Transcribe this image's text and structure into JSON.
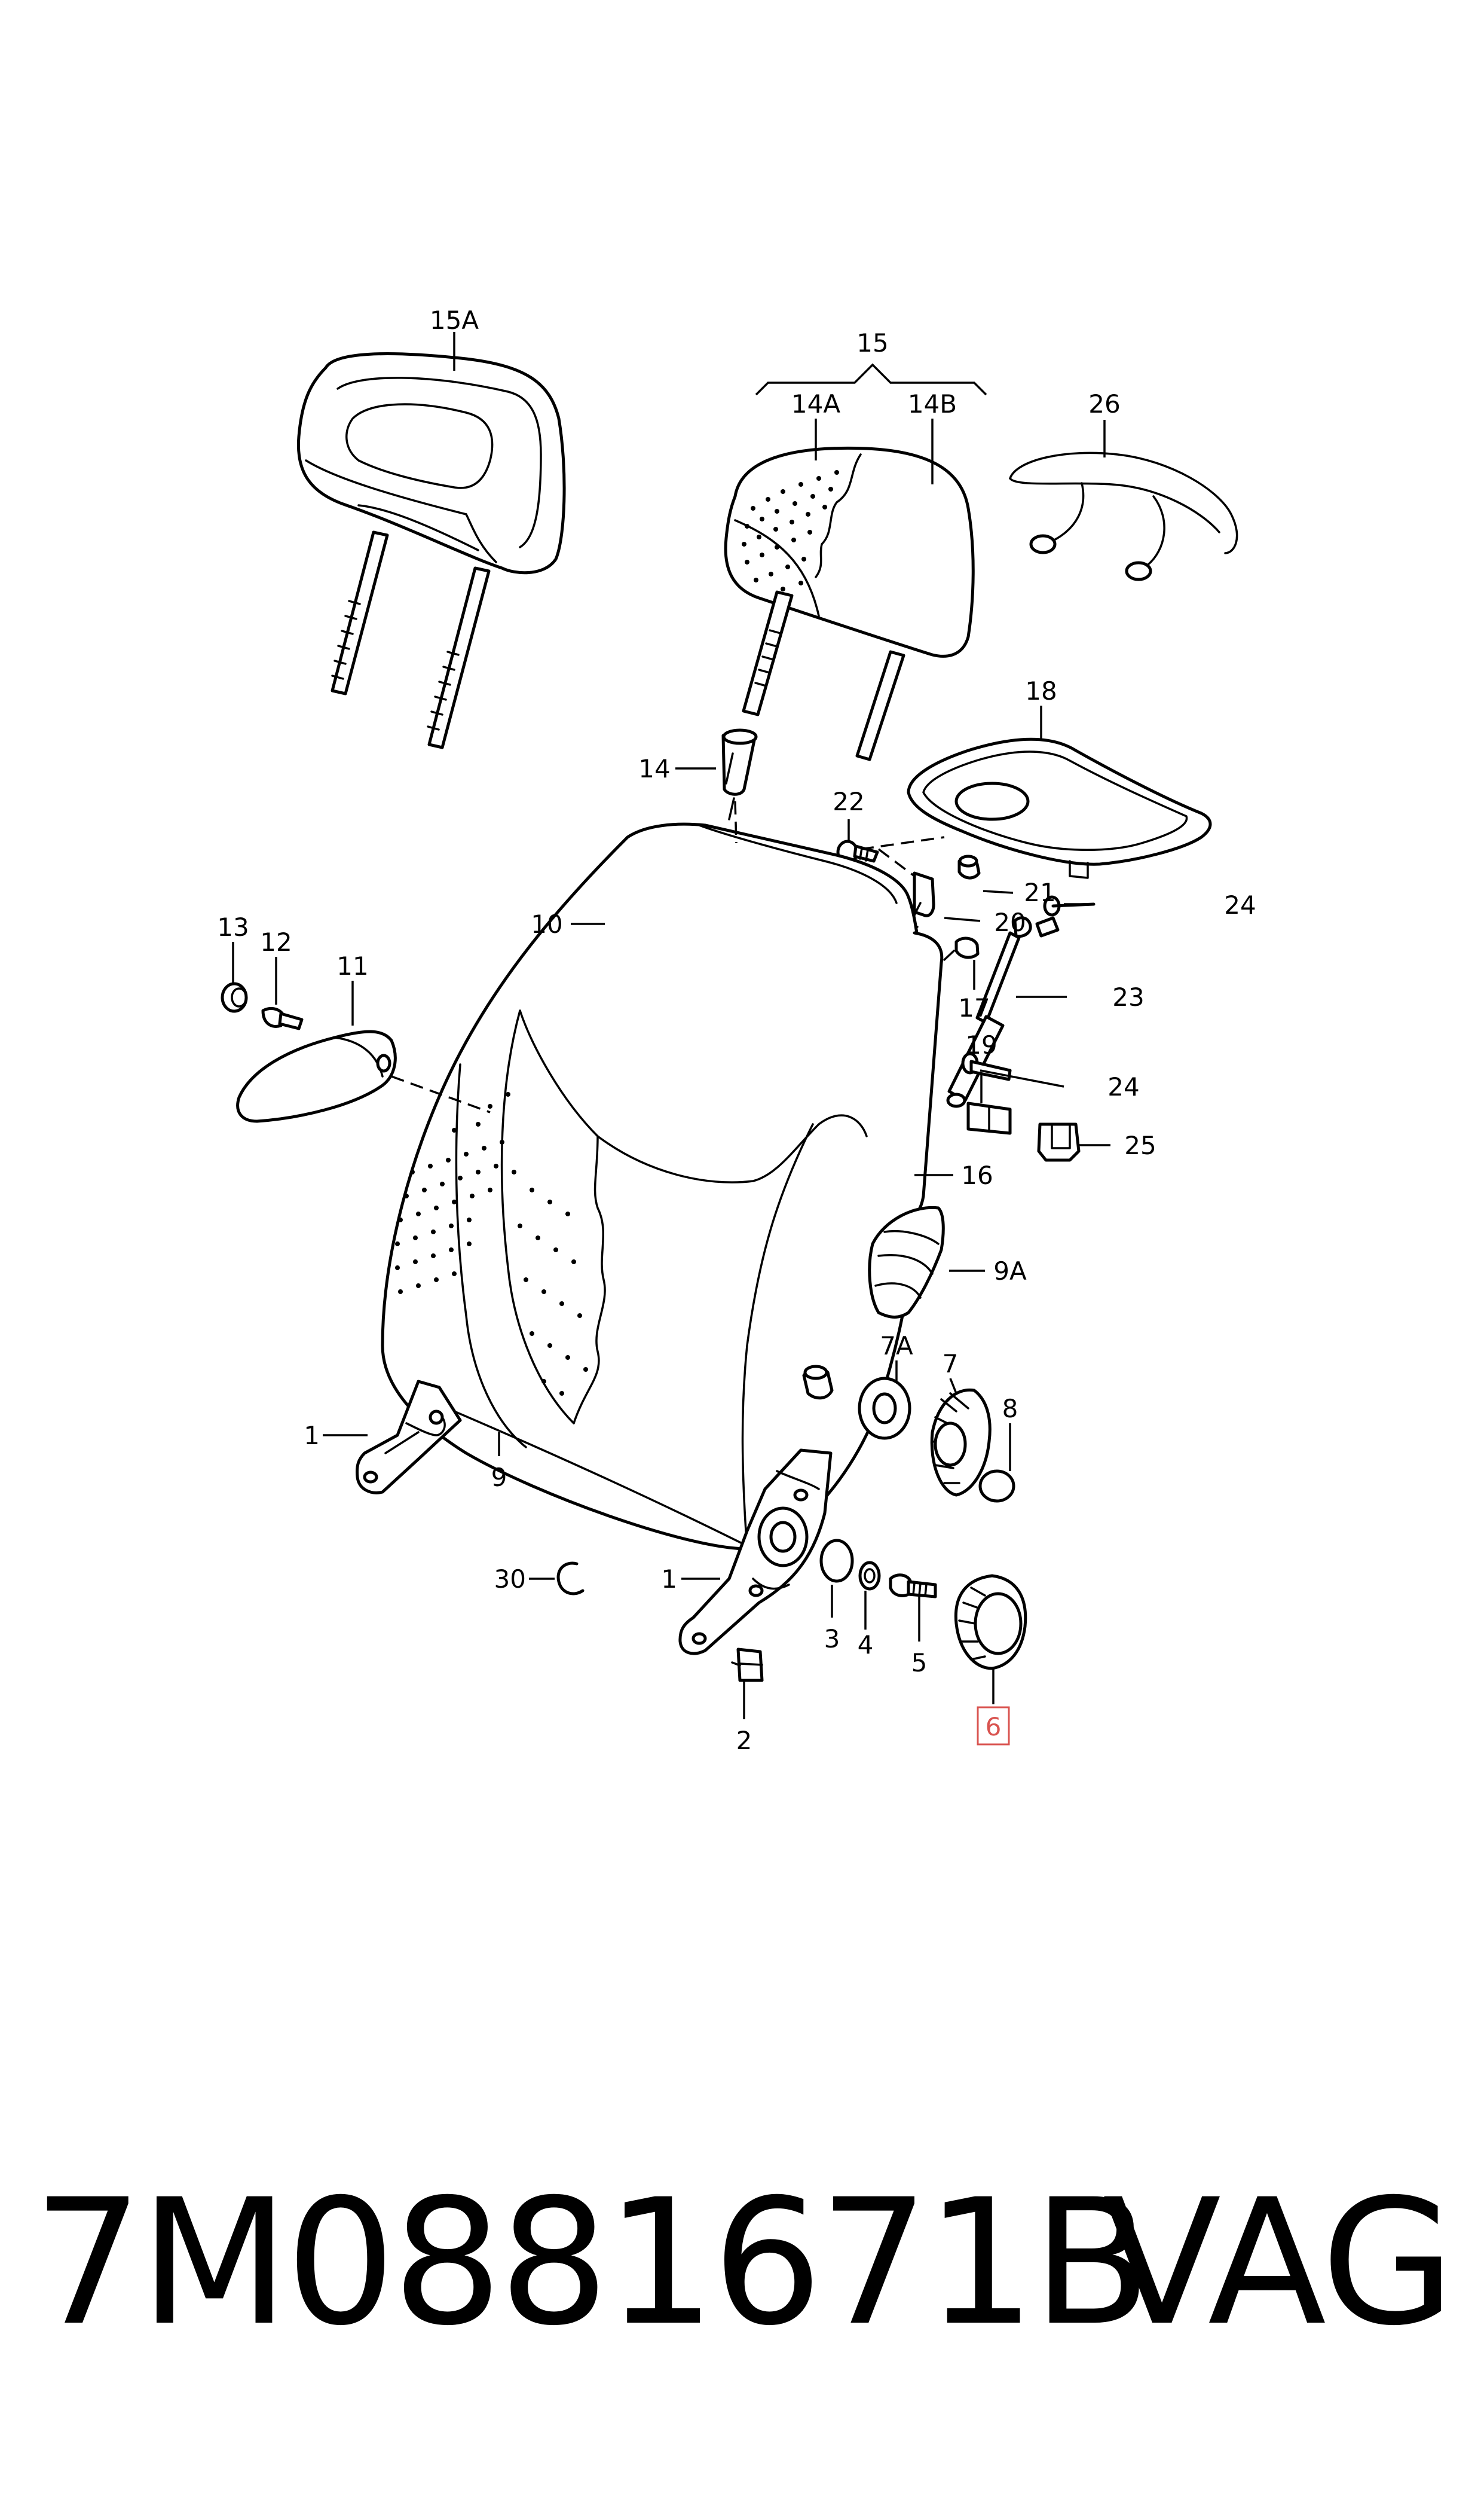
{
  "diagram": {
    "callouts": {
      "c15A": "15A",
      "c15": "15",
      "c14A": "14A",
      "c14B": "14B",
      "c26": "26",
      "c18": "18",
      "c14": "14",
      "c22": "22",
      "c21": "21",
      "c20": "20",
      "c24a": "24",
      "c10": "10",
      "c13": "13",
      "c12": "12",
      "c11": "11",
      "c17": "17",
      "c23": "23",
      "c19": "19",
      "c24b": "24",
      "c25": "25",
      "c16": "16",
      "c9A": "9A",
      "c7A": "7A",
      "c7": "7",
      "c8": "8",
      "c1a": "1",
      "c9": "9",
      "c30": "30",
      "c1b": "1",
      "c3": "3",
      "c4": "4",
      "c5": "5",
      "c2": "2",
      "c6": "6"
    },
    "highlighted_callout": "6",
    "highlight_color": "#d9534f"
  },
  "footer": {
    "part_number": "7M0881671B",
    "brand": "VAG"
  }
}
